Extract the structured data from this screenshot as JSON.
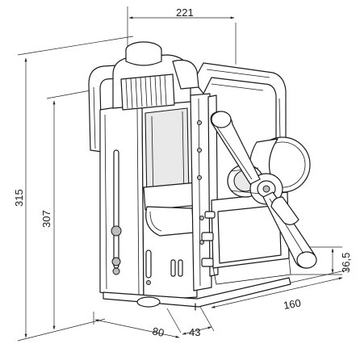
{
  "dimensions": {
    "width_top": "221",
    "height_total": "315",
    "height_inner": "307",
    "depth_right": "160",
    "base_left": "80",
    "base_mid": "43",
    "side_right": "36,5"
  }
}
